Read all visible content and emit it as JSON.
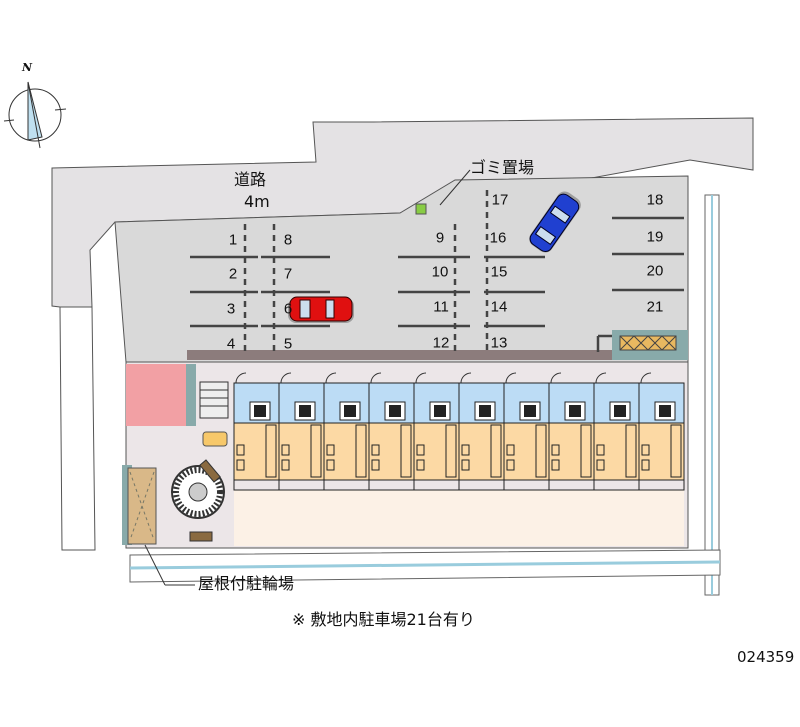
{
  "compass": {
    "north_label": "N"
  },
  "road": {
    "label": "道路",
    "width": "4m"
  },
  "garbage_label": "ゴミ置場",
  "bicycle_label": "屋根付駐輪場",
  "note": "※ 敷地内駐車場21台有り",
  "property_code": "024359",
  "parking_spaces": [
    "1",
    "2",
    "3",
    "4",
    "5",
    "6",
    "7",
    "8",
    "9",
    "10",
    "11",
    "12",
    "13",
    "14",
    "15",
    "16",
    "17",
    "18",
    "19",
    "20",
    "21"
  ],
  "colors": {
    "road": "#e4e2e4",
    "lot": "#d9d9d9",
    "unit_blue": "#bcdcf5",
    "unit_orange": "#fcd9a4",
    "car_red": "#e01010",
    "car_blue": "#2040d0",
    "pink": "#f2a0a4"
  }
}
